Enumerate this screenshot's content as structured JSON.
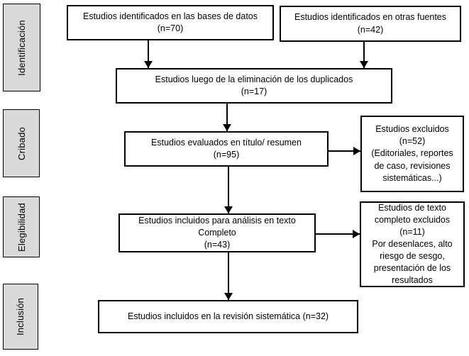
{
  "stages": [
    {
      "label": "Identificación"
    },
    {
      "label": "Cribado"
    },
    {
      "label": "Elegibilidad"
    },
    {
      "label": "Inclusión"
    }
  ],
  "flow": {
    "identified_databases": {
      "text": "Estudios identificados en las bases de datos\n(n=70)",
      "n": 70
    },
    "identified_other_sources": {
      "text": "Estudios identificados en otras fuentes\n(n=42)",
      "n": 42
    },
    "after_duplicate_removal": {
      "text": "Estudios luego de la eliminación de los duplicados\n(n=17)",
      "n": 17
    },
    "screened_title_abstract": {
      "text": "Estudios evaluados en título/ resumen\n(n=95)",
      "n": 95
    },
    "excluded_screening": {
      "text": "Estudios excluidos\n(n=52)\n(Editoriales, reportes\nde caso, revisiones\nsistemáticas...)",
      "n": 52
    },
    "included_fulltext_analysis": {
      "text": "Estudios incluidos para análisis en texto\nCompleto\n(n=43)",
      "n": 43
    },
    "excluded_fulltext": {
      "text": "Estudios de texto\ncompleto excluidos\n(n=11)\nPor desenlaces, alto\nriesgo de sesgo,\npresentación de los\nresultados",
      "n": 11
    },
    "included_review": {
      "text": "Estudios incluidos en la revisión sistemática (n=32)",
      "n": 32
    }
  },
  "colors": {
    "stage_fill": "#d9d9d9",
    "border": "#000000",
    "arrow": "#000000",
    "background": "#ffffff"
  }
}
